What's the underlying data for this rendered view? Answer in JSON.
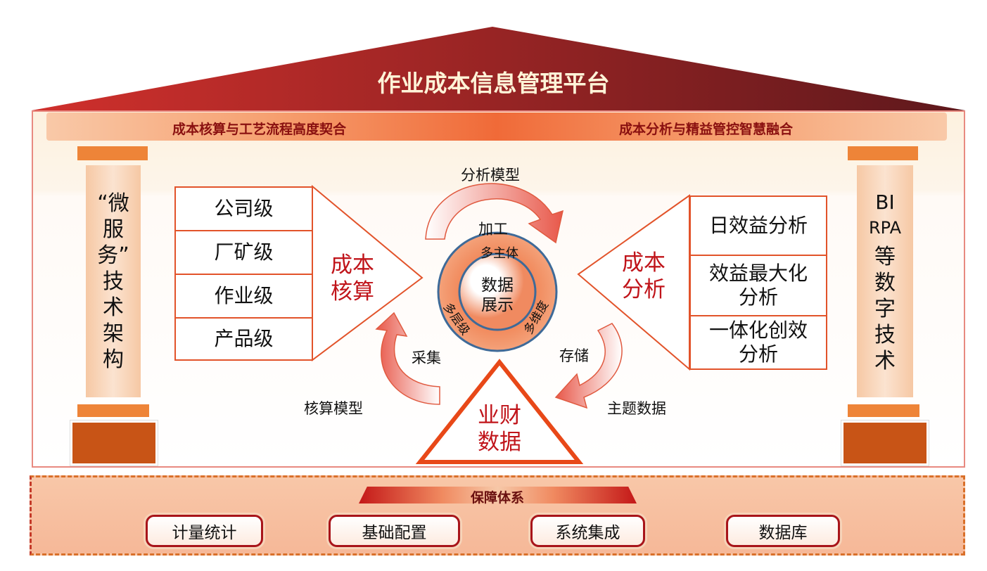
{
  "title": "作业成本信息管理平台",
  "band": {
    "left": "成本核算与工艺流程高度契合",
    "right": "成本分析与精益管控智慧融合"
  },
  "left_pillar": {
    "chars": [
      "“微",
      "服",
      "务”",
      "技",
      "术",
      "架",
      "构"
    ]
  },
  "right_pillar": {
    "lines": [
      "BI",
      "RPA",
      "等",
      "数",
      "字",
      "技",
      "术"
    ]
  },
  "cost_accounting": {
    "label_lines": [
      "成本",
      "核算"
    ],
    "levels": [
      "公司级",
      "厂矿级",
      "作业级",
      "产品级"
    ]
  },
  "cost_analysis": {
    "label_lines": [
      "成本",
      "分析"
    ],
    "items": [
      [
        "日效益分析"
      ],
      [
        "效益最大化",
        "分析"
      ],
      [
        "一体化创效",
        "分析"
      ]
    ]
  },
  "center": {
    "inner_lines": [
      "数据",
      "展示"
    ],
    "ring_top": "多主体",
    "ring_left": "多层级",
    "ring_right": "多维度"
  },
  "flow_labels": {
    "analysis_model": "分析模型",
    "process": "加工",
    "collect": "采集",
    "store": "存储",
    "accounting_model": "核算模型",
    "topic_data": "主题数据"
  },
  "base_triangle": {
    "lines": [
      "业财",
      "数据"
    ]
  },
  "support": {
    "title": "保障体系",
    "items": [
      "计量统计",
      "基础配置",
      "系统集成",
      "数据库"
    ]
  },
  "colors": {
    "roof_left": "#c8282a",
    "roof_right": "#6a1a1e",
    "accent": "#e2532a",
    "dark_red": "#c0141a"
  }
}
